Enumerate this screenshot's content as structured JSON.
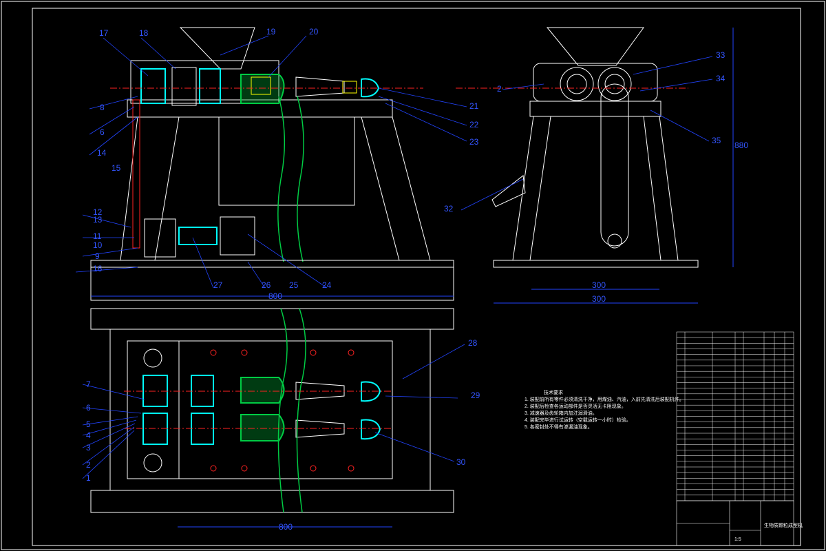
{
  "part_labels_front": [
    "17",
    "18",
    "19",
    "20",
    "21",
    "22",
    "23",
    "14",
    "6",
    "8",
    "15",
    "12",
    "13",
    "11",
    "10",
    "9",
    "16",
    "27",
    "26",
    "25",
    "24"
  ],
  "part_labels_side": [
    "33",
    "34",
    "35",
    "32",
    "2"
  ],
  "part_labels_plan": [
    "7",
    "6",
    "5",
    "4",
    "3",
    "2",
    "1",
    "28",
    "29",
    "30"
  ],
  "dim_labels": [
    "800",
    "300",
    "300",
    "800",
    "880"
  ],
  "notes_title": "技术要求",
  "notes": [
    "1. 装配前所有零件必须清洗干净，用煤油、汽油，入前先清洗后装配机件。",
    "2. 装配后检查各运动部件是否灵活无卡阻现象。",
    "3. 减速器及齿轮箱内加注润滑油。",
    "4. 装配完毕进行试运转（空载运转一小时）检验。",
    "5. 各密封处不得有渗漏油现象。"
  ],
  "title_block": {
    "drawing_name": "生物质颗粒成型机",
    "scale": "1:5"
  },
  "colors": {
    "background": "#000000",
    "outline": "#ffffff",
    "dimension": "#2244ff",
    "centerline": "#ff2222",
    "fill_green": "#00cc44",
    "fill_cyan": "#00ffff",
    "frame": "#ffff00"
  }
}
